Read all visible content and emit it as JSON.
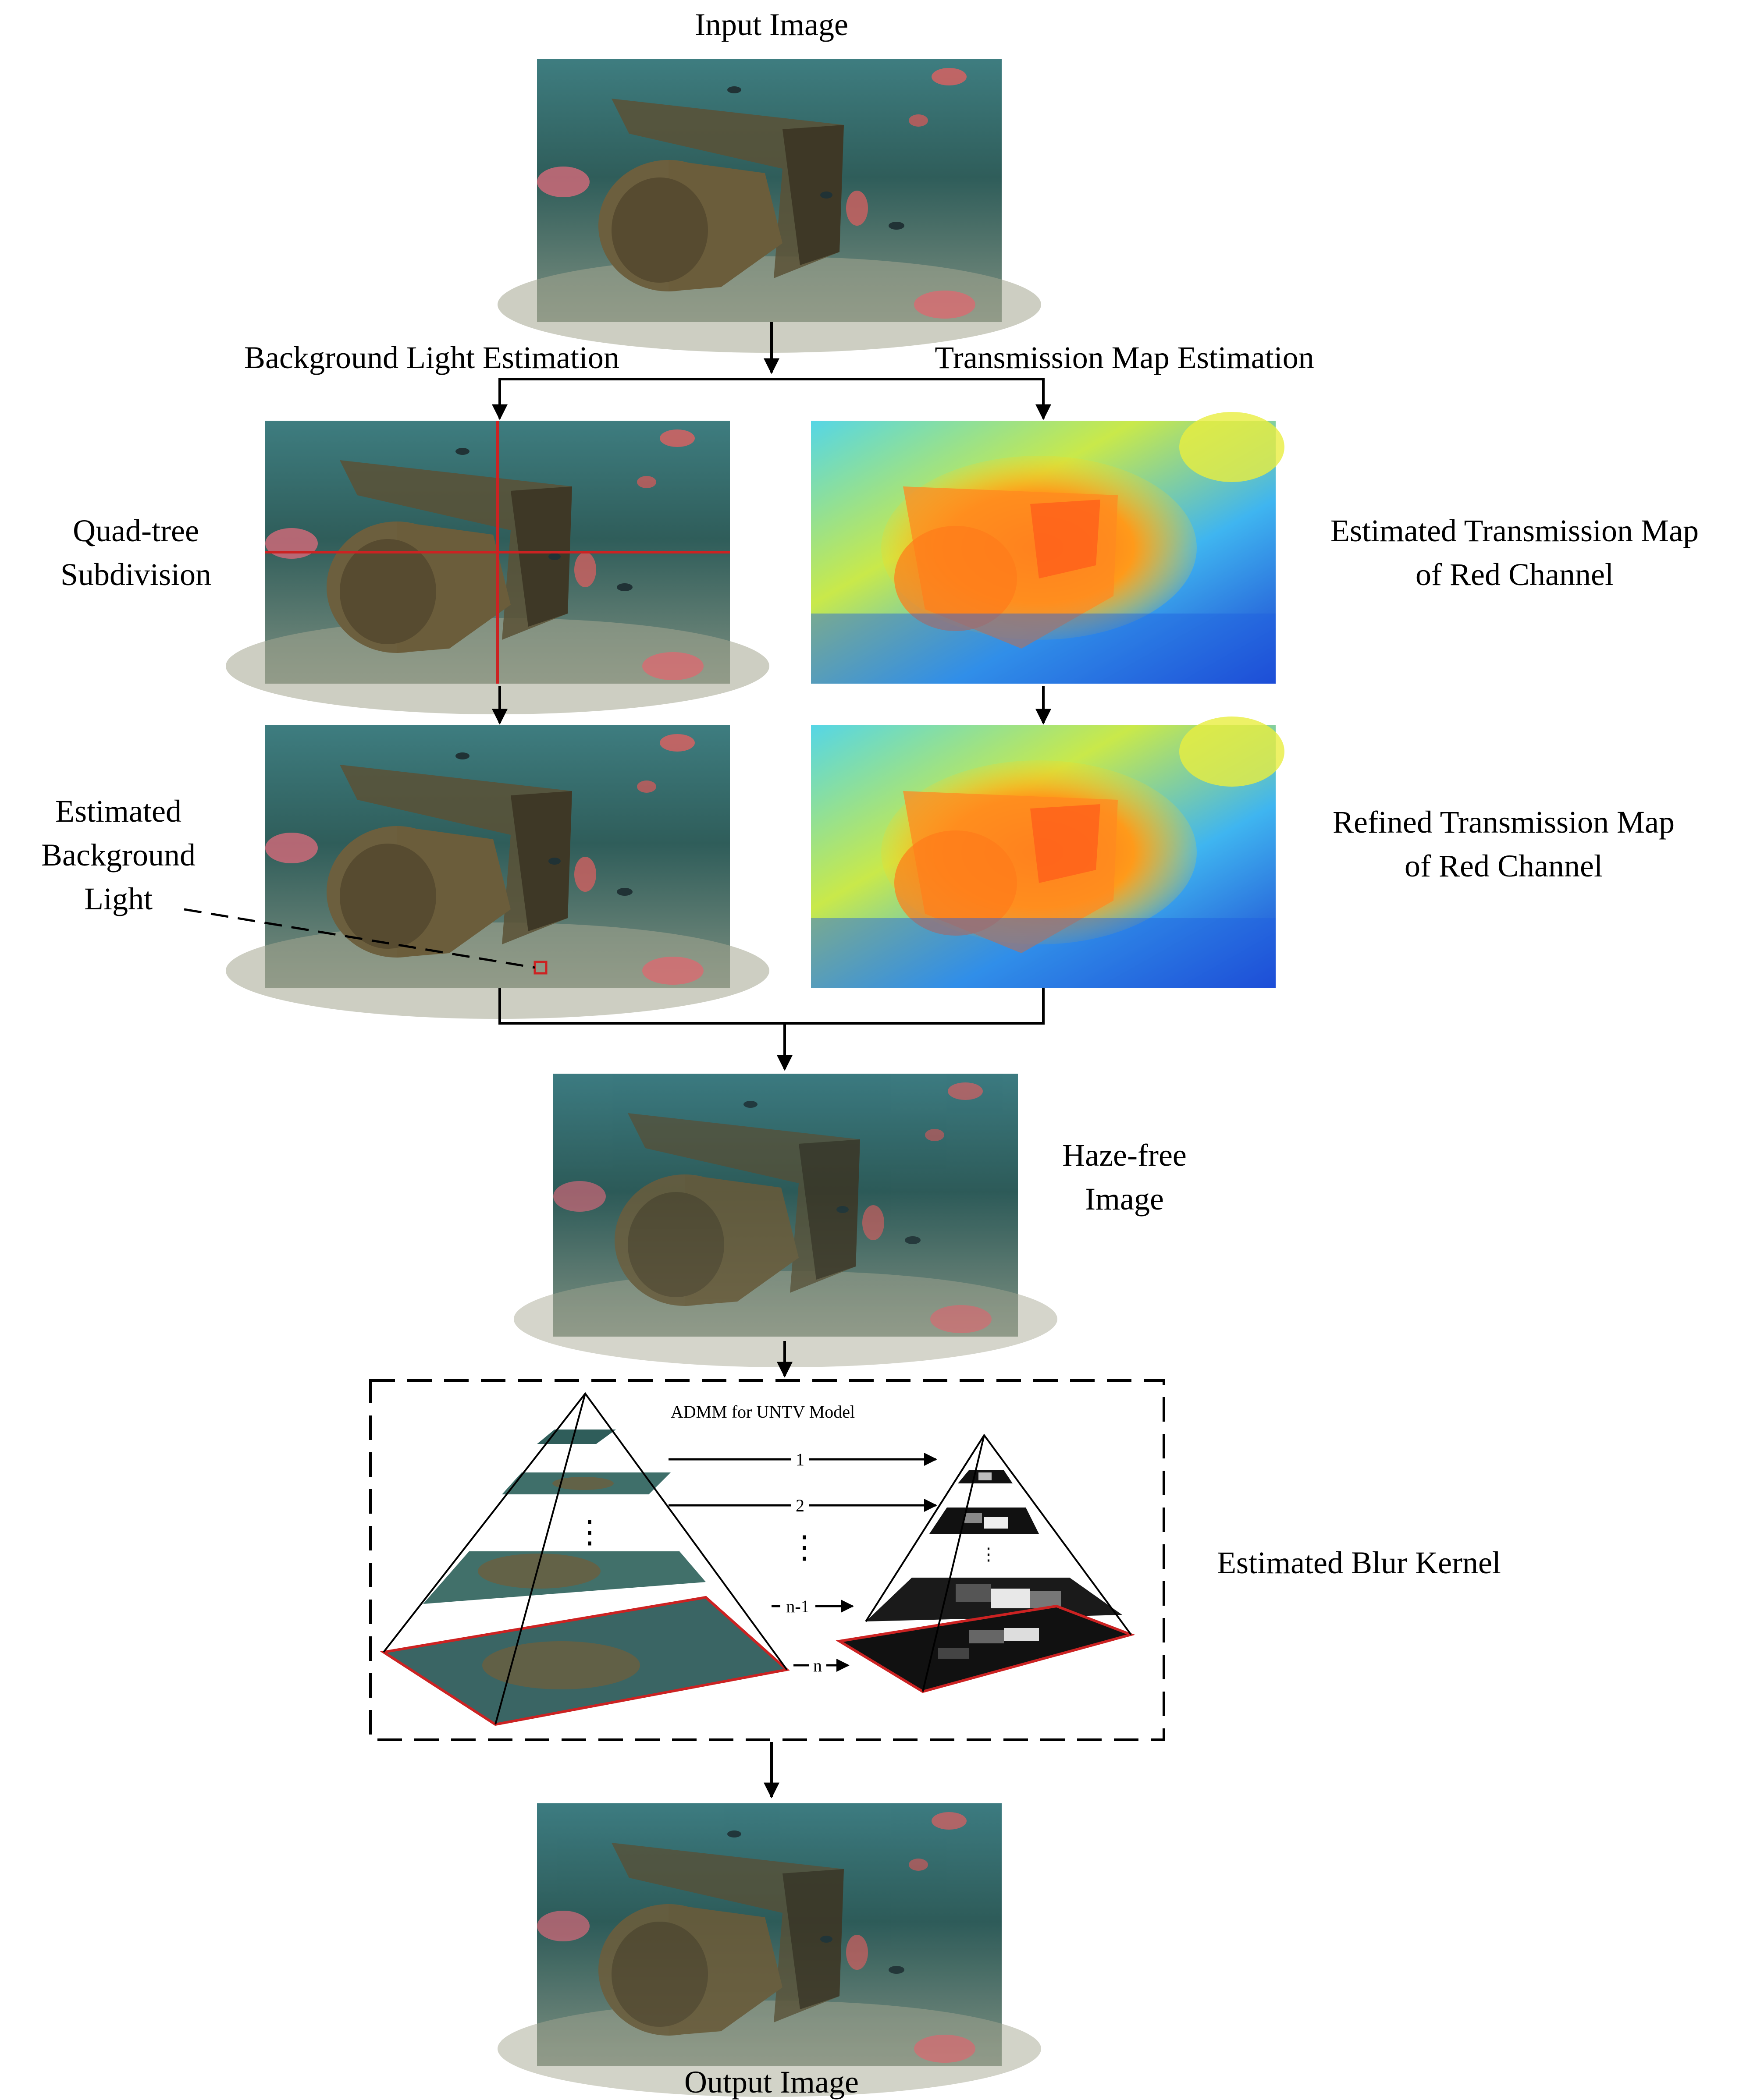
{
  "labels": {
    "input_image": "Input Image",
    "background_light_estimation": "Background Light Estimation",
    "transmission_map_estimation": "Transmission Map Estimation",
    "quad_tree_line1": "Quad-tree",
    "quad_tree_line2": "Subdivision",
    "est_trans_line1": "Estimated Transmission Map",
    "est_trans_line2": "of Red Channel",
    "est_bg_line1": "Estimated",
    "est_bg_line2": "Background",
    "est_bg_line3": "Light",
    "refined_line1": "Refined Transmission Map",
    "refined_line2": "of Red Channel",
    "haze_free_line1": "Haze-free",
    "haze_free_line2": "Image",
    "admm": "ADMM for UNTV Model",
    "step_1": "1",
    "step_2": "2",
    "step_n_minus_1": "n-1",
    "step_n": "n",
    "estimated_blur_kernel": "Estimated Blur Kernel",
    "output_image": "Output Image"
  },
  "colors": {
    "accent_red": "#cc2222",
    "line": "#000000",
    "water_dark": "#1d4a4f",
    "water_light": "#5b8c82"
  }
}
